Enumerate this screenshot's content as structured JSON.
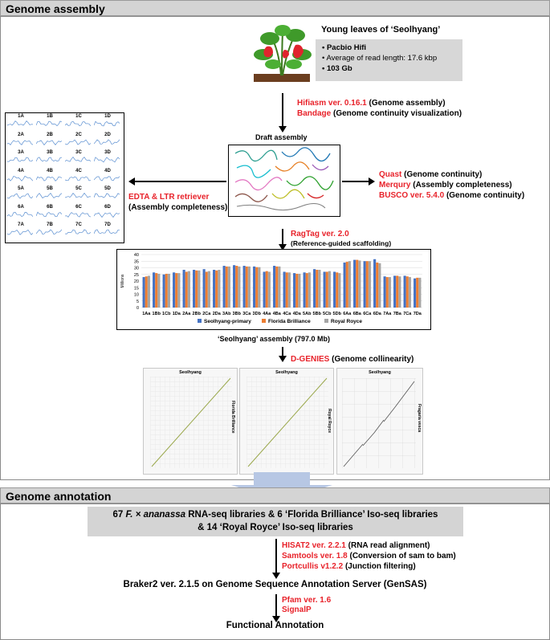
{
  "sections": {
    "assembly_title": "Genome assembly",
    "annotation_title": "Genome annotation"
  },
  "source": {
    "title": "Young leaves of ‘Seolhyang’",
    "bullets": [
      "Pacbio Hifi",
      "Average of read length: 17.6 kbp",
      "103 Gb"
    ]
  },
  "tools": {
    "hifiasm": "Hifiasm ver. 0.16.1",
    "hifiasm_desc": "(Genome assembly)",
    "bandage": "Bandage",
    "bandage_desc": "(Genome continuity visualization)",
    "draft": "Draft assembly",
    "quast": "Quast",
    "quast_desc": "(Genome continuity)",
    "merqury": "Merqury",
    "merqury_desc": "(Assembly completeness)",
    "busco": "BUSCO ver. 5.4.0",
    "busco_desc": "(Genome continuity)",
    "edta": "EDTA & LTR retriever",
    "edta_desc": "(Assembly completeness)",
    "ragtag": "RagTag ver. 2.0",
    "ragtag_desc": "(Reference-guided scaffolding)",
    "assembly_caption": "‘Seolhyang’ assembly (797.0 Mb)",
    "dgenies": "D-GENIES",
    "dgenies_desc": "(Genome collinearity)"
  },
  "chrom_grid": [
    "1A",
    "1B",
    "1C",
    "1D",
    "2A",
    "2B",
    "2C",
    "2D",
    "3A",
    "3B",
    "3C",
    "3D",
    "4A",
    "4B",
    "4C",
    "4D",
    "5A",
    "5B",
    "5C",
    "5D",
    "6A",
    "6B",
    "6C",
    "6D",
    "7A",
    "7B",
    "7C",
    "7D"
  ],
  "dotplots": {
    "title": "Seolhyang",
    "y_labels": [
      "Florida Brilliance",
      "Royal Royce",
      "Fragaria vesca"
    ]
  },
  "chart_data": {
    "type": "bar",
    "ylabel": "Millions",
    "ylim": [
      0,
      40
    ],
    "yticks": [
      0,
      5,
      10,
      15,
      20,
      25,
      30,
      35,
      40
    ],
    "categories": [
      "1Aa",
      "1Bb",
      "1Cb",
      "1Da",
      "2Aa",
      "2Bb",
      "2Ca",
      "2Da",
      "3Ab",
      "3Bb",
      "3Ca",
      "3Db",
      "4Aa",
      "4Ba",
      "4Ca",
      "4Da",
      "5Ab",
      "5Bb",
      "5Cb",
      "5Db",
      "6Aa",
      "6Ba",
      "6Ca",
      "6Da",
      "7Aa",
      "7Ba",
      "7Ca",
      "7Da"
    ],
    "series": [
      {
        "name": "Seolhyang-primary",
        "color": "#4472c4",
        "values": [
          23,
          26.5,
          25,
          26.5,
          28.5,
          28.5,
          29,
          28.5,
          31.5,
          32,
          31.5,
          31,
          27,
          31.5,
          27,
          26,
          26.5,
          29,
          27,
          27,
          34,
          36,
          35,
          36.5,
          23.5,
          24,
          24,
          22
        ]
      },
      {
        "name": "Florida Brilliance",
        "color": "#ed7d31",
        "values": [
          23.5,
          26,
          25.5,
          26,
          27,
          28,
          27,
          28,
          31,
          31.5,
          31,
          30.5,
          27.5,
          31,
          26.5,
          25.5,
          26,
          28.5,
          27,
          26.5,
          34.5,
          36,
          35,
          34,
          23,
          24,
          23.5,
          22.5
        ]
      },
      {
        "name": "Royal Royce",
        "color": "#a5a5a5",
        "values": [
          24,
          25.5,
          25.5,
          26,
          27.5,
          28,
          27.5,
          28.5,
          31,
          31,
          31,
          30.5,
          27,
          31,
          26.5,
          25.5,
          26.5,
          28.5,
          27.5,
          26,
          35,
          35.5,
          35,
          33.5,
          23,
          23.5,
          23,
          22.5
        ]
      }
    ]
  },
  "annotation": {
    "libraries_pre": "67 ",
    "libraries_italic": "F. × ananassa",
    "libraries_post": " RNA-seq libraries & 6 ‘Florida Brilliance’ Iso-seq libraries",
    "libraries_line2": "& 14 ‘Royal Royce’ Iso-seq libraries",
    "hisat": "HISAT2 ver. 2.2.1",
    "hisat_desc": "(RNA read alignment)",
    "samtools": "Samtools ver. 1.8",
    "samtools_desc": "(Conversion of sam to bam)",
    "portcullis": "Portcullis v1.2.2",
    "portcullis_desc": "(Junction filtering)",
    "braker": "Braker2 ver. 2.1.5 on Genome Sequence Annotation Server (GenSAS)",
    "pfam": "Pfam ver. 1.6",
    "signalp": "SignalP",
    "functional": "Functional Annotation"
  }
}
